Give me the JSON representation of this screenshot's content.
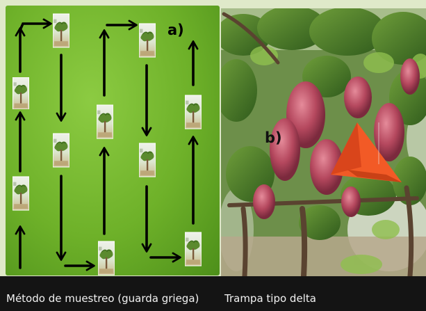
{
  "panel_a": {
    "label": "a)"
  },
  "panel_b": {
    "label": "b)"
  },
  "captions": {
    "left": "Método de muestreo (guarda griega)",
    "right": "Trampa tipo delta"
  },
  "colors": {
    "field_green": "#6eb129",
    "arrow": "#000000",
    "trap_orange": "#f25a26",
    "grape_red": "#b5485e",
    "caption_bg": "#141414",
    "caption_text": "#f2f2f2"
  }
}
